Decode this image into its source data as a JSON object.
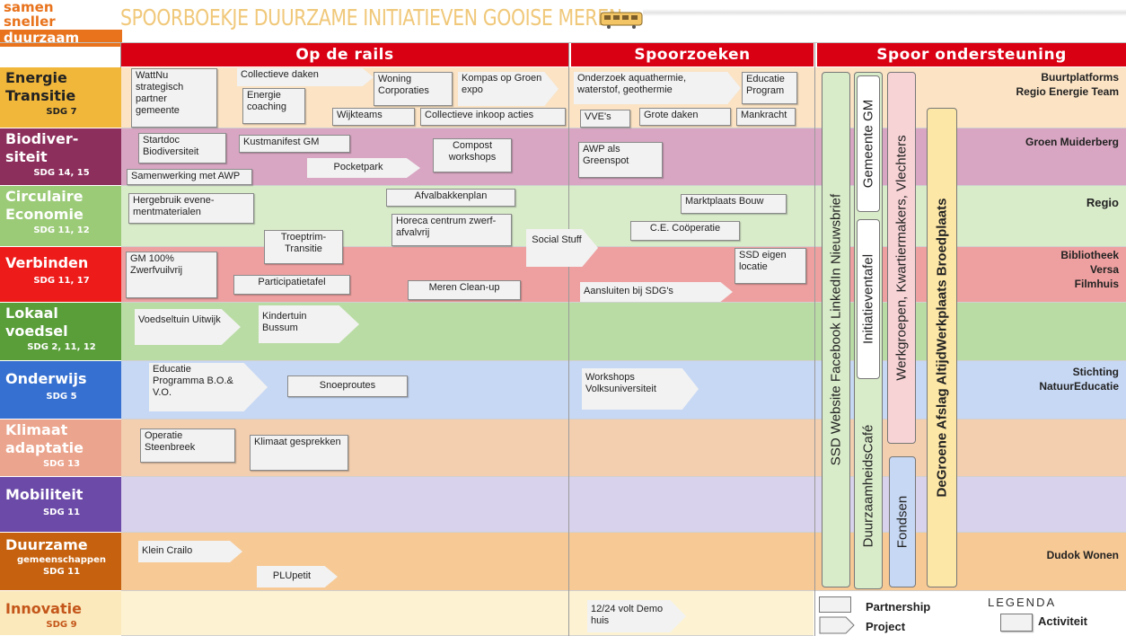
{
  "logo": {
    "line1": "samen",
    "line2": "sneller",
    "line3": "duurzaam"
  },
  "title": "SPOORBOEKJE DUURZAME INITIATIEVEN GOOISE MEREN",
  "columns": {
    "rails": "Op de rails",
    "search": "Spoorzoeken",
    "support": "Spoor ondersteuning"
  },
  "rows": [
    {
      "name1": "Energie",
      "name2": "Transitie",
      "sdg": "SDG 7",
      "color": "#f1b73a",
      "band": "#fbe3c4"
    },
    {
      "name1": "Biodiver-",
      "name2": "siteit",
      "sdg": "SDG 14, 15",
      "color": "#8d2f5c",
      "band": "#d8a6c2"
    },
    {
      "name1": "Circulaire",
      "name2": "Economie",
      "sdg": "SDG 11, 12",
      "color": "#9ccb78",
      "band": "#d9ecca"
    },
    {
      "name1": "Verbinden",
      "name2": "",
      "sdg": "SDG 11, 17",
      "color": "#ee1b1b",
      "band": "#eea0a0"
    },
    {
      "name1": "Lokaal",
      "name2": "voedsel",
      "sdg": "SDG 2, 11, 12",
      "color": "#5a9e3a",
      "band": "#b9dca4"
    },
    {
      "name1": "Onderwijs",
      "name2": "",
      "sdg": "SDG 5",
      "color": "#3670d0",
      "band": "#c7d8f4"
    },
    {
      "name1": "Klimaat",
      "name2": "adaptatie",
      "sdg": "SDG 13",
      "color": "#eba48d",
      "band": "#f3cfb0"
    },
    {
      "name1": "Mobiliteit",
      "name2": "",
      "sdg": "SDG 11",
      "color": "#6b4aa8",
      "band": "#d8d2ec"
    },
    {
      "name1": "Duurzame",
      "name2": "gemeenschappen",
      "sdg": "SDG 11",
      "color": "#c6620f",
      "band": "#f7c995"
    },
    {
      "name1": "Innovatie",
      "name2": "",
      "sdg": "SDG 9",
      "color": "#fbe9bb",
      "band": "#fdf3d3"
    }
  ],
  "items": {
    "wattnu": "WattNu strategisch partner gemeente",
    "collectieve_daken": "Collectieve daken",
    "energie_coaching": "Energie coaching",
    "woning_corporaties": "Woning Corporaties",
    "kompas": "Kompas op Groen expo",
    "wijkteams": "Wijkteams",
    "collectieve_inkoop": "Collectieve inkoop acties",
    "onderzoek": "Onderzoek aquathermie, waterstof, geothermie",
    "educatie_program": "Educatie Program",
    "vves": "VVE's",
    "grote_daken": "Grote daken",
    "mankracht": "Mankracht",
    "startdoc": "Startdoc Biodiversiteit",
    "kustmanifest": "Kustmanifest GM",
    "compost": "Compost workshops",
    "pocketpark": "Pocketpark",
    "samenwerking_awp": "Samenwerking met AWP",
    "awp_greenspot": "AWP als Greenspot",
    "hergebruik": "Hergebruik evene- mentmaterialen",
    "afvalbakkenplan": "Afvalbakkenplan",
    "horeca": "Horeca centrum zwerf-afvalvrij",
    "marktplaats": "Marktplaats Bouw",
    "ce_cooperatie": "C.E. Coöperatie",
    "troeptrim": "Troeptrim- Transitie",
    "social_stuff": "Social Stuff",
    "gm100": "GM 100% Zwerfvuilvrij",
    "participatietafel": "Participatietafel",
    "meren_cleanup": "Meren Clean-up",
    "ssd_eigen": "SSD eigen locatie",
    "aansluiten_sdgs": "Aansluiten bij  SDG's",
    "voedseltuin": "Voedseltuin Uitwijk",
    "kindertuin": "Kindertuin Bussum",
    "educatie_bovo": "Educatie Programma B.O.& V.O.",
    "snoeproutes": "Snoeproutes",
    "workshops_vu": "Workshops Volksuniversiteit",
    "operatie_steenbreek": "Operatie Steenbreek",
    "klimaat_gesprekken": "Klimaat gesprekken",
    "klein_crailo": "Klein Crailo",
    "plupetit": "PLUpetit",
    "volt": "12/24 volt Demo huis"
  },
  "support": {
    "p1": "SSD Website   Facebook   LinkedIn   Nieuwsbrief",
    "p2a": "Gemeente GM",
    "p2b": "Initiatieventafel",
    "p2c": "DuurzaamheidsCafé",
    "p3a": "Werkgroepen, Kwartiermakers, Vlechters",
    "p3b": "Fondsen",
    "p4": "DeGroene Afslag   AltijdWerkplaats   Broedplaats",
    "colors": {
      "p1": "#d9ecca",
      "p2": "#d9ecca",
      "p3a": "#f8d3d6",
      "p3b": "#c7d8f4",
      "p4": "#fde7a6"
    }
  },
  "partners": {
    "energie1": "Buurtplatforms",
    "energie2": "Regio Energie Team",
    "bio": "Groen Muiderberg",
    "circ": "Regio",
    "verb1": "Bibliotheek",
    "verb2": "Versa",
    "verb3": "Filmhuis",
    "ond1": "Stichting",
    "ond2": "NatuurEducatie",
    "duur": "Dudok Wonen"
  },
  "legend": {
    "title": "LEGENDA",
    "partnership": "Partnership",
    "project": "Project",
    "activiteit": "Activiteit"
  }
}
